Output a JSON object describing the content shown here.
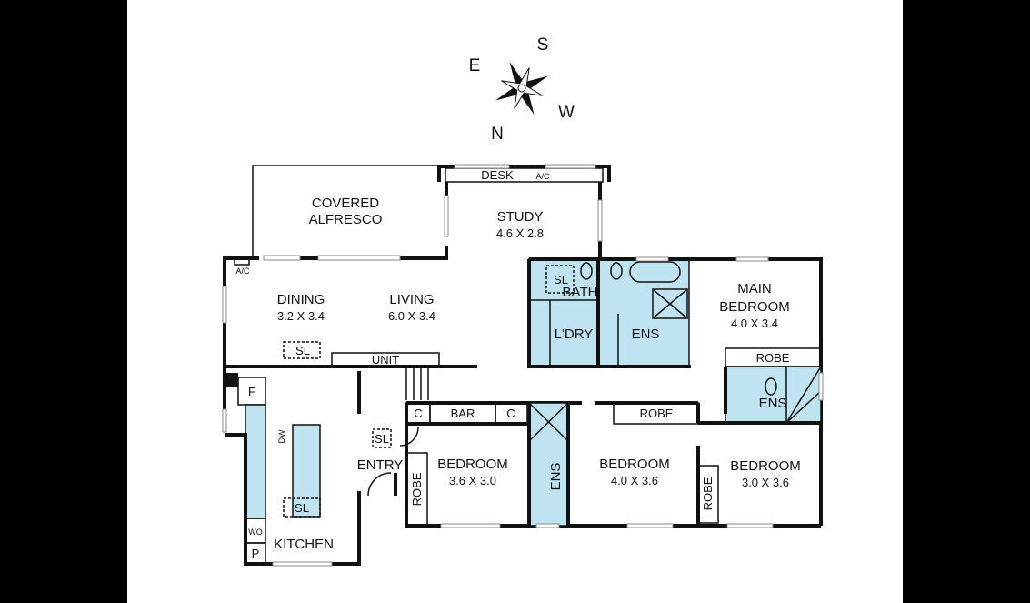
{
  "compass": {
    "north": "N",
    "south": "S",
    "east": "E",
    "west": "W"
  },
  "rooms": {
    "covered_alfresco": {
      "line1": "COVERED",
      "line2": "ALFRESCO"
    },
    "study": {
      "name": "STUDY",
      "size": "4.6 X 2.8"
    },
    "desk": "DESK",
    "ac_study": "A/C",
    "ac_dining": "A/C",
    "dining": {
      "name": "DINING",
      "size": "3.2 X 3.4"
    },
    "living": {
      "name": "LIVING",
      "size": "6.0 X 3.4"
    },
    "unit": "UNIT",
    "sl_dining": "SL",
    "bath": "BATH",
    "sl_bath": "SL",
    "laundry": "L'DRY",
    "ens_main": "ENS",
    "main_bedroom": {
      "line1": "MAIN",
      "line2": "BEDROOM",
      "size": "4.0 X 3.4"
    },
    "robe_main": "ROBE",
    "ens_bed3": "ENS",
    "fridge": "F",
    "dw": "DW",
    "sl_kitchen": "SL",
    "wo": "WO",
    "pantry": "P",
    "kitchen": "KITCHEN",
    "sl_entry": "SL",
    "entry": "ENTRY",
    "c1": "C",
    "bar": "BAR",
    "c2": "C",
    "bedroom2": {
      "name": "BEDROOM",
      "size": "3.6 X 3.0"
    },
    "robe_bed2": "ROBE",
    "ens_bed2": "ENS",
    "bedroom3": {
      "name": "BEDROOM",
      "size": "4.0 X 3.6"
    },
    "robe_bed3": "ROBE",
    "bedroom4": {
      "name": "BEDROOM",
      "size": "3.0 X 3.6"
    },
    "robe_bed4": "ROBE"
  },
  "colors": {
    "wet_area": "#bfe3f0",
    "walls": "#111111"
  }
}
